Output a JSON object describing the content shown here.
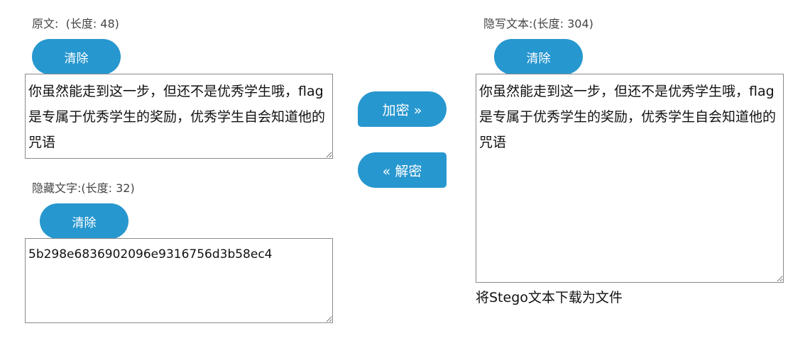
{
  "original": {
    "label_prefix": "原文:",
    "length_text": "(长度: 48)",
    "clear_label": "清除",
    "text": "你虽然能走到这一步，但还不是优秀学生哦，flag是专属于优秀学生的奖励，优秀学生自会知道他的咒语"
  },
  "hidden": {
    "label": "隐藏文字:(长度: 32)",
    "clear_label": "清除",
    "text": "5b298e6836902096e9316756d3b58ec4"
  },
  "actions": {
    "encrypt_label": "加密 »",
    "decrypt_label": "« 解密"
  },
  "stego": {
    "label": "隐写文本:(长度: 304)",
    "clear_label": "清除",
    "text": "你虽然能走到这一步，但还不是优秀学生哦，flag是专属于优秀学生的奖励，优秀学生自会知道他的咒语",
    "download_label": "将Stego文本下载为文件"
  },
  "colors": {
    "button": "#2797cf",
    "button_text": "#ffffff"
  }
}
